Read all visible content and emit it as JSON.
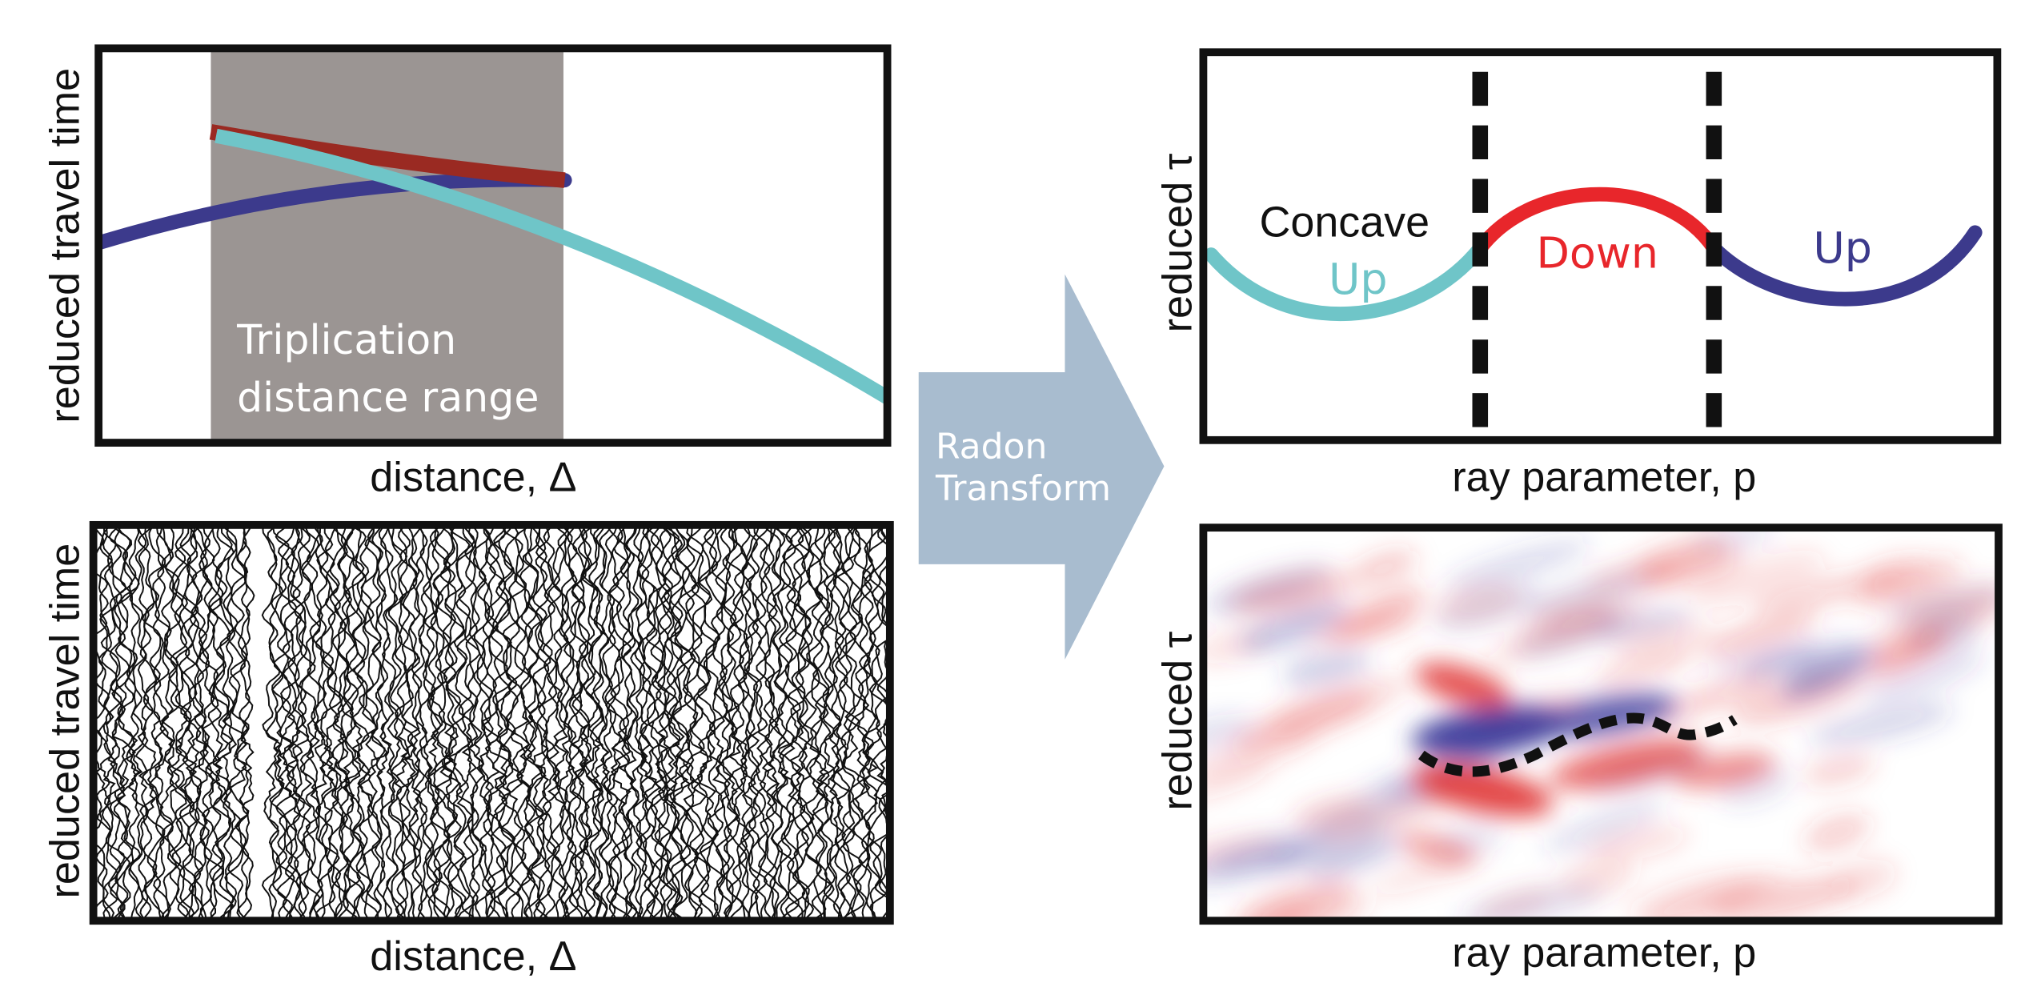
{
  "panel_top_left": {
    "ylabel": "reduced travel time",
    "xlabel": "distance, Δ",
    "shade_label_line1": "Triplication",
    "shade_label_line2": "distance range",
    "colors": {
      "blue_branch": "#3c3a8c",
      "red_branch": "#9a2a22",
      "cyan_branch": "#6fc5c8",
      "shade": "#8a8280"
    }
  },
  "panel_bottom_left": {
    "ylabel": "reduced travel time",
    "xlabel": "distance, Δ"
  },
  "arrow": {
    "line1": "Radon",
    "line2": "Transform",
    "color": "#a8bccf"
  },
  "panel_top_right": {
    "ylabel": "reduced τ",
    "xlabel": "ray parameter, p",
    "concave_label": "Concave",
    "up_left_label": "Up",
    "down_label": "Down",
    "up_right_label": "Up",
    "colors": {
      "up_left": "#6fc5c8",
      "down": "#e8262b",
      "up_right": "#3c3a8c"
    }
  },
  "panel_bottom_right": {
    "ylabel": "reduced τ",
    "xlabel": "ray parameter, p",
    "colors": {
      "positive": "#e03535",
      "negative": "#3c3a9a"
    }
  }
}
